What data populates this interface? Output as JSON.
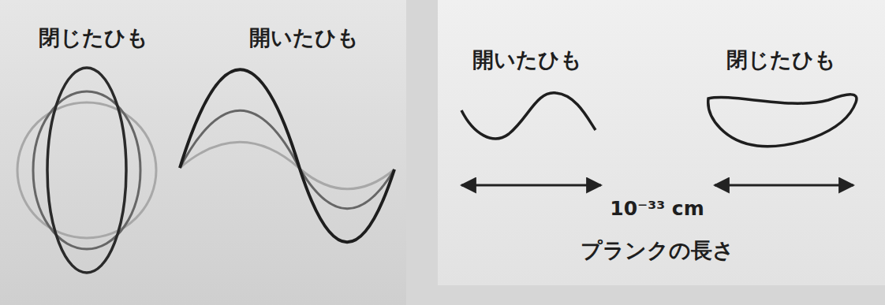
{
  "diagram": {
    "labels": [
      "閉じたひも",
      "開いたひも",
      "開いたひも",
      "閉じたひも",
      "10⁻³³ cm",
      "プランクの長さ"
    ]
  }
}
